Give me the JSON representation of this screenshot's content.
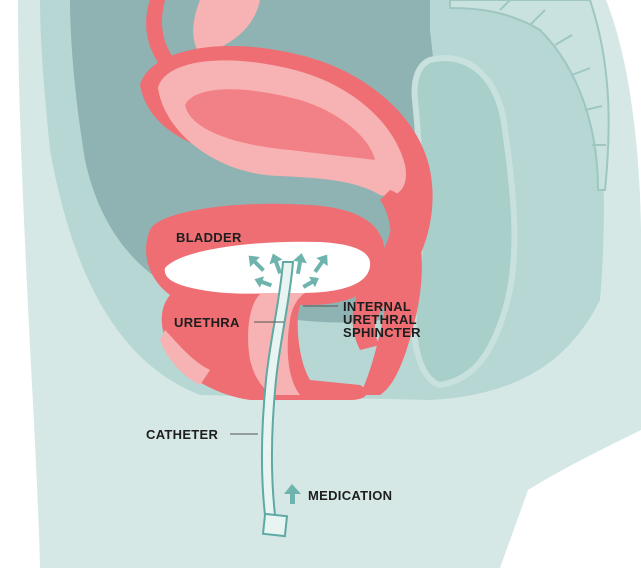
{
  "labels": {
    "bladder": "BLADDER",
    "urethra": "URETHRA",
    "internal_sphincter": [
      "INTERNAL",
      "URETHRAL",
      "SPHINCTER"
    ],
    "catheter": "CATHETER",
    "medication": "MEDICATION"
  },
  "colors": {
    "body_light": "#d5e8e6",
    "body_mid": "#b6d7d3",
    "cavity_dark": "#8fb3b2",
    "organ_pink": "#f7b3b3",
    "organ_red": "#ee6e73",
    "organ_core": "#f18186",
    "catheter_fill": "#e7f4f2",
    "catheter_line": "#5fa9a4",
    "arrow": "#6eb3ad",
    "label_text": "#1e1e1e"
  },
  "icons": {
    "medication_arrow": "up-arrow-icon",
    "dispersal_arrows": "medication-spray-arrows-icon"
  }
}
